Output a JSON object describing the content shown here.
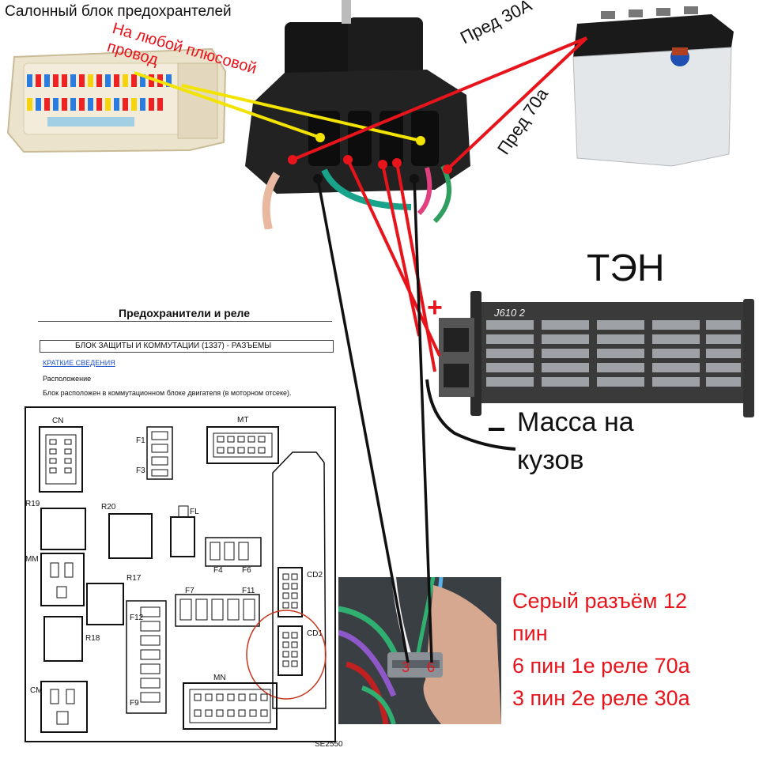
{
  "labels": {
    "fuse_box_title": "Салонный блок предохрантелей",
    "any_plus_wire": "На любой плюсовой провод",
    "fuse_30": "Пред 30А",
    "fuse_70": "Пред 70а",
    "heater": "ТЭН",
    "plus_sign": "+",
    "ground": "Масса на кузов",
    "minus_sign": "-",
    "connector_lines": [
      "Серый разъём 12",
      "пин",
      "6 пин 1е реле 70а",
      "3 пин 2е реле 30а"
    ],
    "pin_3": "3",
    "pin_6": "6",
    "heater_stamp": "J610 2"
  },
  "document": {
    "title": "Предохранители и реле",
    "box_header": "БЛОК ЗАЩИТЫ И КОММУТАЦИИ (1337) - РАЗЪЕМЫ",
    "link": "КРАТКИЕ СВЕДЕНИЯ",
    "location_label": "Расположение",
    "description": "Блок расположен в коммутационном блоке двигателя (в моторном отсеке).",
    "code": "SE2550",
    "blocks": [
      "CN",
      "MT",
      "R19",
      "R20",
      "FL",
      "MM",
      "R17",
      "R18",
      "CM",
      "MN",
      "F1",
      "F3",
      "F4",
      "F6",
      "F7",
      "F11",
      "F12",
      "F9",
      "CD2",
      "CD1"
    ]
  },
  "colors": {
    "red_wire": "#e8141c",
    "yellow_wire": "#f2e400",
    "black_wire": "#111111",
    "annotation_red": "#e8141c"
  }
}
